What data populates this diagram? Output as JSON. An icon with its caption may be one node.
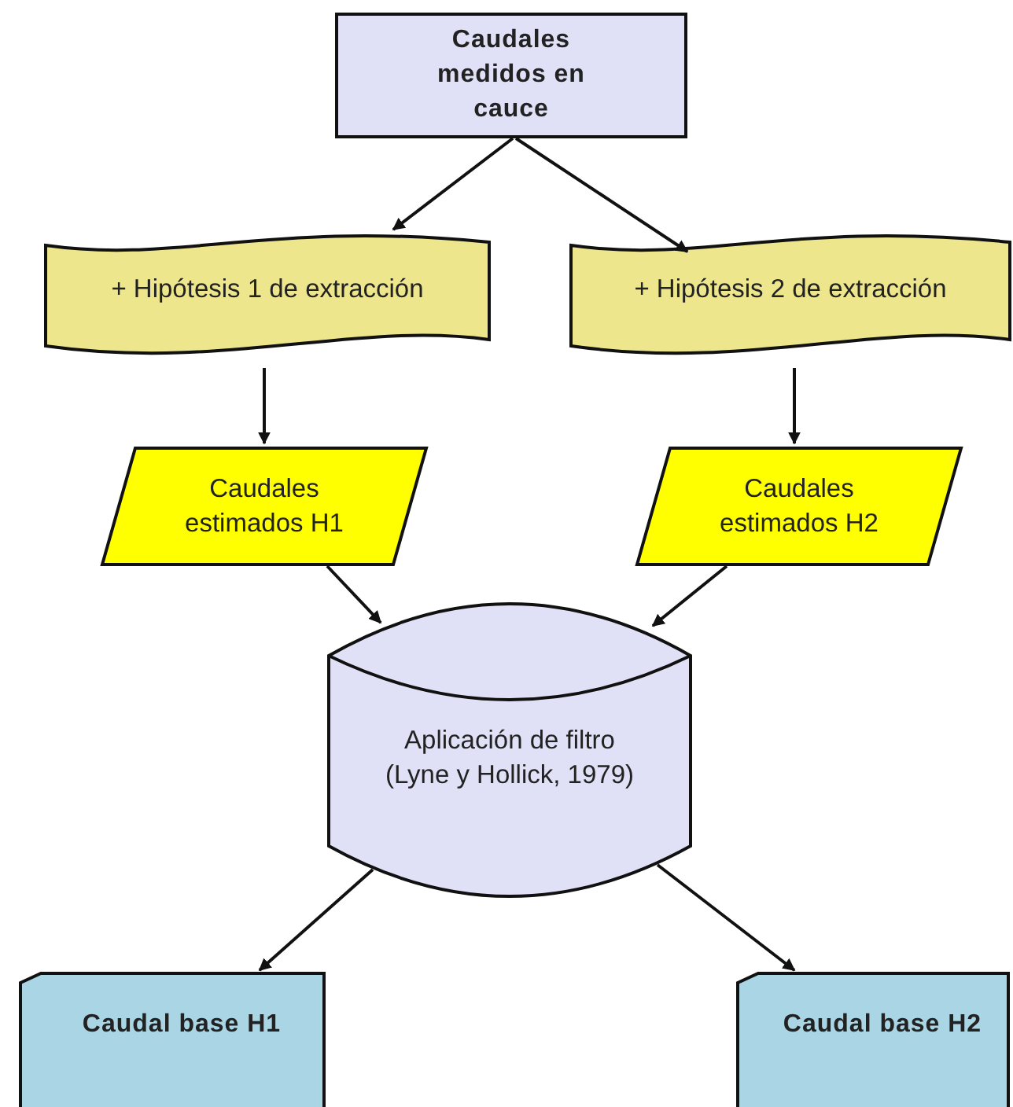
{
  "diagram": {
    "nodes": [
      {
        "text": [
          "Caudales medidos en cauce"
        ]
      },
      {
        "text": [
          "+ Hipótesis 1 de extracción"
        ]
      },
      {
        "text": [
          "+ Hipótesis 2 de extracción"
        ]
      },
      {
        "text": [
          "Caudales estimados H1"
        ]
      },
      {
        "text": [
          "Caudales estimados H2"
        ]
      },
      {
        "text": [
          "Aplicación de filtro (Lyne y Hollick, 1979)"
        ]
      },
      {
        "text": [
          "Caudal base H1"
        ]
      },
      {
        "text": [
          "Caudal base H2"
        ]
      }
    ],
    "edges": [
      {
        "from": 0,
        "to": 1,
        "arrow": "to"
      },
      {
        "from": 0,
        "to": 2,
        "arrow": "to"
      },
      {
        "from": 1,
        "to": 3,
        "arrow": "to"
      },
      {
        "from": 2,
        "to": 4,
        "arrow": "to"
      },
      {
        "from": 3,
        "to": 5,
        "arrow": "to"
      },
      {
        "from": 4,
        "to": 5,
        "arrow": "to"
      },
      {
        "from": 5,
        "to": 6,
        "arrow": "to"
      },
      {
        "from": 5,
        "to": 7,
        "arrow": "to"
      }
    ]
  }
}
